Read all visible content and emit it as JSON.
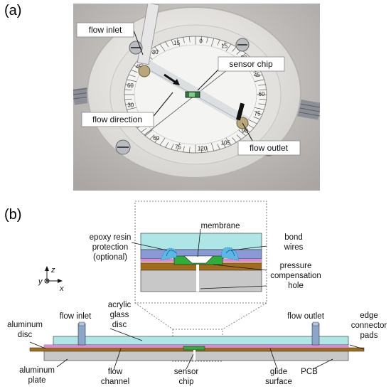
{
  "panel_a": {
    "label": "(a)",
    "callouts": {
      "flow_inlet": "flow inlet",
      "sensor_chip": "sensor chip",
      "flow_direction": "flow direction",
      "flow_outlet": "flow outlet"
    },
    "dial_ticks": [
      "60",
      "45",
      "30",
      "15",
      "0",
      "15",
      "30",
      "45",
      "60",
      "75",
      "90",
      "105",
      "120",
      "75",
      "60",
      "45",
      "30"
    ]
  },
  "panel_b": {
    "label": "(b)",
    "inset": {
      "membrane": "membrane",
      "epoxy_line1": "epoxy resin",
      "epoxy_line2": "protection",
      "epoxy_line3": "(optional)",
      "bond_line1": "bond",
      "bond_line2": "wires",
      "pressure_line1": "pressure",
      "pressure_line2": "compensation",
      "pressure_line3": "hole"
    },
    "axes": {
      "z": "z",
      "y": "y",
      "x": "x"
    },
    "labels": {
      "flow_inlet": "flow inlet",
      "flow_outlet": "flow outlet",
      "acrylic_line1": "acrylic",
      "acrylic_line2": "glass",
      "acrylic_line3": "disc",
      "edge_line1": "edge",
      "edge_line2": "connector",
      "edge_line3": "pads",
      "aluminum_disc_line1": "aluminum",
      "aluminum_disc_line2": "disc",
      "aluminum_plate_line1": "aluminum",
      "aluminum_plate_line2": "plate",
      "flow_channel_line1": "flow",
      "flow_channel_line2": "channel",
      "sensor_chip_line1": "sensor",
      "sensor_chip_line2": "chip",
      "glide_line1": "glide",
      "glide_line2": "surface",
      "pcb": "PCB"
    }
  }
}
